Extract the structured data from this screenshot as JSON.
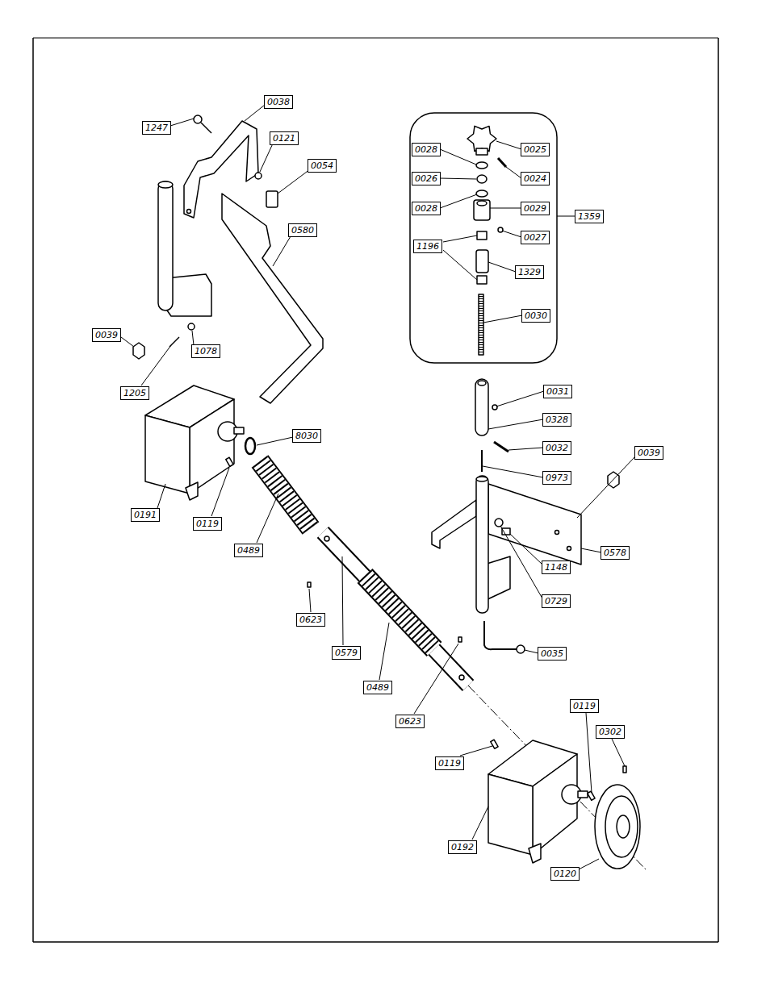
{
  "diagram": {
    "labels": [
      "0038",
      "1247",
      "0121",
      "0054",
      "0580",
      "0039",
      "1078",
      "1205",
      "8030",
      "0191",
      "0119",
      "0489",
      "0623",
      "0579",
      "0489",
      "0623",
      "0119",
      "0192",
      "0120",
      "0119",
      "0302",
      "0028",
      "0025",
      "0026",
      "0024",
      "0028",
      "0029",
      "1359",
      "0027",
      "1196",
      "1329",
      "0030",
      "0031",
      "0328",
      "0032",
      "0973",
      "0039",
      "0578",
      "1148",
      "0729",
      "0035"
    ]
  }
}
